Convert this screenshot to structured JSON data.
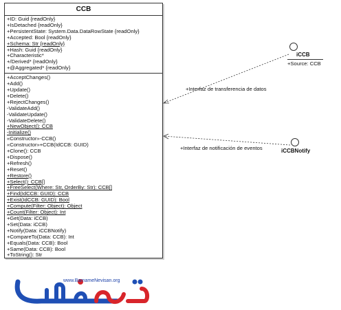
{
  "class": {
    "name": "CCB",
    "attributes": [
      {
        "text": "+ID: Guid {readOnly}",
        "u": false
      },
      {
        "text": "+IsDetached {readOnly}",
        "u": false
      },
      {
        "text": "+PersistentState: System.Data.DataRowState {readOnly}",
        "u": false
      },
      {
        "text": "+Accepted: Bool {readOnly}",
        "u": false
      },
      {
        "text": "+Schema: Str {readOnly}",
        "u": true
      },
      {
        "text": "+Hash: Guid {readOnly}",
        "u": false
      },
      {
        "text": "+Characteristic*",
        "u": false
      },
      {
        "text": "+/Derived* {readOnly}",
        "u": false
      },
      {
        "text": "+@Aggregated* {readOnly}",
        "u": false
      }
    ],
    "operations": [
      {
        "text": "+AcceptChanges()",
        "u": false
      },
      {
        "text": "+Add()",
        "u": false
      },
      {
        "text": "+Update()",
        "u": false
      },
      {
        "text": "+Delete()",
        "u": false
      },
      {
        "text": "+RejectChanges()",
        "u": false
      },
      {
        "text": "-ValidateAdd()",
        "u": false
      },
      {
        "text": "-ValidateUpdate()",
        "u": false
      },
      {
        "text": "-ValidateDelete()",
        "u": false
      },
      {
        "text": "+NewObject(): CCB",
        "u": true
      },
      {
        "text": "-Initialize()",
        "u": true
      },
      {
        "text": "«Constructor»-CCB()",
        "u": false
      },
      {
        "text": "«Constructor»+CCB(IdCCB: GUID)",
        "u": false
      },
      {
        "text": "+Clone(): CCB",
        "u": false
      },
      {
        "text": "+Dispose()",
        "u": false
      },
      {
        "text": "+Refresh()",
        "u": false
      },
      {
        "text": "+Reset()",
        "u": false
      },
      {
        "text": "+Restore()",
        "u": true
      },
      {
        "text": "+Select(): CCB[]",
        "u": true
      },
      {
        "text": "+FreeSelect(Where: Str, OrderBy: Str): CCB[]",
        "u": true
      },
      {
        "text": "+Find(IdCCB: GUID): CCB",
        "u": true
      },
      {
        "text": "+Exist(IdCCB: GUID): Bool",
        "u": true
      },
      {
        "text": "+Compute(Filter: Object): Object",
        "u": true
      },
      {
        "text": "+Count(Filter: Object): Int",
        "u": true
      },
      {
        "text": "+Get(Data: iCCB)",
        "u": false
      },
      {
        "text": "+Set(Data: iCCB)",
        "u": false
      },
      {
        "text": "+Notify(Data: iCCBNotify)",
        "u": false
      },
      {
        "text": "+CompareTo(Data: CCB): Int",
        "u": false
      },
      {
        "text": "+Equals(Data: CCB): Bool",
        "u": false
      },
      {
        "text": "+Same(Data: CCB): Bool",
        "u": false
      },
      {
        "text": "+ToString(): Str",
        "u": false
      }
    ]
  },
  "interfaces": {
    "iccb": {
      "name": "iCCB",
      "attribute": "+Source: CCB"
    },
    "iccbnotify": {
      "name": "iCCBNotify"
    }
  },
  "connectors": {
    "data_transfer": "+Interfaz de transferencia de datos",
    "event_notification": "+Interfaz de notificación de eventos"
  },
  "logo": {
    "url": "www.BarnameNevisan.org",
    "colors": {
      "blue": "#1f4fb5",
      "red": "#d8252b"
    }
  }
}
